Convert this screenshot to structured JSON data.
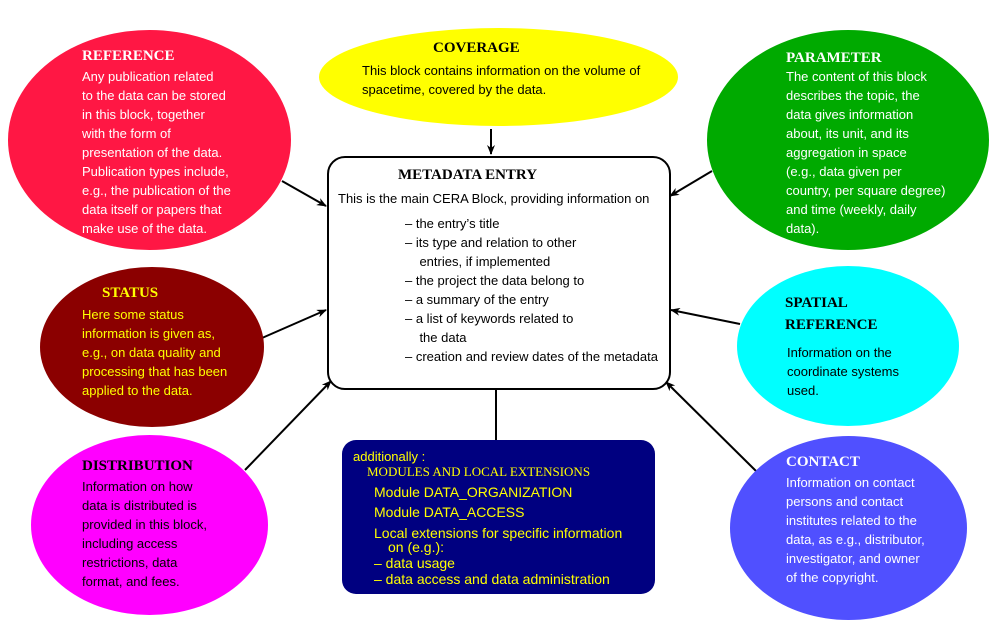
{
  "colors": {
    "reference": "#ff1744",
    "coverage": "#ffff00",
    "parameter": "#00aa00",
    "status": "#8b0000",
    "spatial_reference": "#00ffff",
    "distribution": "#ff00ff",
    "contact": "#5050ff",
    "extensions": "#000080",
    "extensions_text": "#ffff00",
    "status_text": "#ffff00",
    "white_text": "#ffffff",
    "black_text": "#000000"
  },
  "blocks": {
    "reference": {
      "title": "REFERENCE",
      "text": "Any publication related\nto the data can be stored\nin this block, together\nwith the form of\npresentation of the data.\nPublication types include,\ne.g., the publication of the\ndata itself or papers that\nmake use of the data."
    },
    "coverage": {
      "title": "COVERAGE",
      "text": "This block contains information on the volume of\nspacetime, covered by the data."
    },
    "parameter": {
      "title": "PARAMETER",
      "text": "The content of this block\ndescribes the topic, the\ndata gives information\nabout, its unit, and its\naggregation in space\n(e.g., data given per\ncountry, per square degree)\nand time (weekly, daily\ndata)."
    },
    "status": {
      "title": "STATUS",
      "text": "Here some status\ninformation is given as,\ne.g., on data quality and\nprocessing that has been\napplied to the data."
    },
    "spatial_reference": {
      "title_line1": "SPATIAL",
      "title_line2": "REFERENCE",
      "text": "Information on the\ncoordinate systems\nused."
    },
    "distribution": {
      "title": "DISTRIBUTION",
      "text": "Information on how\ndata is distributed is\nprovided in this block,\nincluding access\nrestrictions, data\nformat, and fees."
    },
    "contact": {
      "title": "CONTACT",
      "text": "Information on contact\npersons and contact\ninstitutes related to the\ndata, as e.g., distributor,\ninvestigator, and owner\nof the copyright."
    }
  },
  "metadata_entry": {
    "title": "METADATA ENTRY",
    "intro": "This is the main CERA Block, providing information on",
    "items": [
      "– the entry’s title",
      "– its type and relation to other",
      "    entries, if implemented",
      "– the project the data belong to",
      "– a summary of the entry",
      "– a list of keywords related to",
      "    the data",
      "– creation and review dates of the metadata"
    ]
  },
  "extensions": {
    "lead": "additionally :",
    "heading": "MODULES  AND  LOCAL EXTENSIONS",
    "module1": "Module DATA_ORGANIZATION",
    "module2": "Module DATA_ACCESS",
    "local_line1": "Local extensions for specific information",
    "local_line2": "on (e.g.):",
    "bullet1": "– data usage",
    "bullet2": "– data access and data administration"
  }
}
